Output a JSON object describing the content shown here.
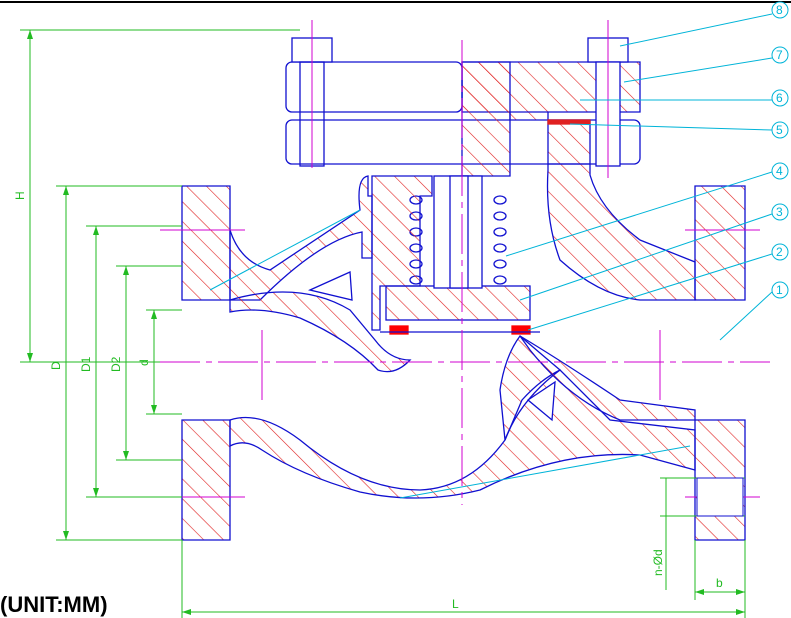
{
  "title": "(UNIT:MM)",
  "dimensions": {
    "H": "H",
    "D": "D",
    "D1": "D1",
    "D2": "D2",
    "d": "d",
    "L": "L",
    "nd": "n-Ød",
    "b": "b"
  },
  "callouts": [
    "8",
    "7",
    "6",
    "5",
    "4",
    "3",
    "2",
    "1"
  ],
  "colors": {
    "outline": "#1010d0",
    "hatch": "#e02020",
    "dimension": "#22bb22",
    "leader": "#00b4d8",
    "centerline": "#d000d0",
    "seal": "#ff0000"
  }
}
